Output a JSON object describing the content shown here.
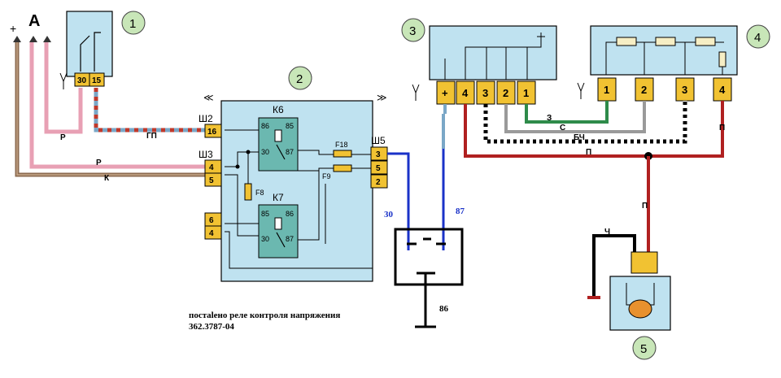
{
  "labels": {
    "plus": "+",
    "terminal_a": "A",
    "callout_1": "1",
    "callout_2": "2",
    "callout_3": "3",
    "callout_4": "4",
    "callout_5": "5",
    "switch_30": "30",
    "switch_15": "15",
    "wire_r1": "Р",
    "wire_r2": "Р",
    "wire_k": "К",
    "wire_gp": "ГП",
    "wire_z": "З",
    "wire_s": "С",
    "wire_bch": "БЧ",
    "wire_p_main": "П",
    "wire_p_right": "П",
    "wire_p_down": "П",
    "wire_ch": "Ч",
    "conn_sh2": "Ш2",
    "conn_sh3": "Ш3",
    "conn_sh5": "Ш5",
    "pin_16": "16",
    "pin_4a": "4",
    "pin_5a": "5",
    "pin_6": "6",
    "pin_4b": "4",
    "pin_3": "3",
    "pin_5b": "5",
    "pin_2": "2",
    "relay_k6": "К6",
    "relay_k7": "К7",
    "k6_86": "86",
    "k6_85": "85",
    "k6_30": "30",
    "k6_87": "87",
    "k7_85": "85",
    "k7_86": "86",
    "k7_30": "30",
    "k7_87": "87",
    "fuse_f18": "F18",
    "fuse_f9": "F9",
    "fuse_f8": "F8",
    "b3_plus": "+",
    "b3_4": "4",
    "b3_3": "3",
    "b3_2": "2",
    "b3_1": "1",
    "b4_1": "1",
    "b4_2": "2",
    "b4_3": "3",
    "b4_4": "4",
    "new_30": "30",
    "new_87": "87",
    "new_86": "86",
    "note_line1": "постalено реле контроля напряжения",
    "note_line2": "362.3787-04"
  },
  "colors": {
    "pink": "#e8a0b4",
    "brown": "#8b6a4f",
    "gray_blue": "#7aa7c7",
    "dark_red": "#b02020",
    "green": "#2e8b4a",
    "gray": "#9a9a9a",
    "blue_wire": "#1a32c8",
    "box_fill": "#bfe2f0",
    "relay_fill": "#6bb8b0",
    "pin_fill": "#f1c232",
    "callout_fill": "#c8e6b8"
  }
}
